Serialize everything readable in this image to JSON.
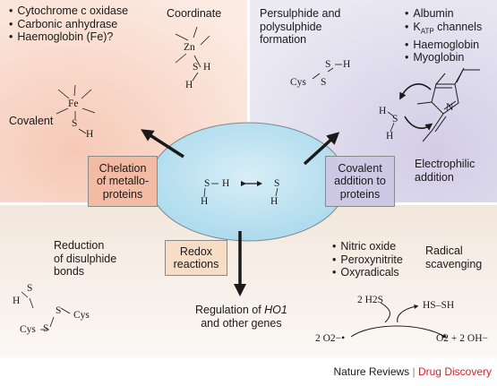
{
  "quadrants": {
    "top_left": {
      "bullets": [
        "Cytochrome c oxidase",
        "Carbonic anhydrase",
        "Haemoglobin (Fe)?"
      ],
      "coordinate_label": "Coordinate",
      "covalent_label": "Covalent",
      "zn_label": "Zn",
      "fe_label": "Fe",
      "s_label": "S",
      "h_label": "H"
    },
    "top_right": {
      "persulphide_label": "Persulphide and\npolysulphide\nformation",
      "bullets_plain": [
        "Albumin",
        "Haemoglobin",
        "Myoglobin"
      ],
      "katp": {
        "prefix": "K",
        "sub": "ATP",
        "suffix": " channels"
      },
      "electrophilic_label": "Electrophilic\naddition",
      "cys_label": "Cys",
      "n_label": "N"
    },
    "bottom_left": {
      "reduction_label": "Reduction\nof disulphide\nbonds",
      "cys_label": "Cys"
    },
    "bottom_right": {
      "bullets": [
        "Nitric oxide",
        "Peroxynitrite",
        "Oxyradicals"
      ],
      "radical_label": "Radical\nscavenging",
      "h2s_label": "2 H2S",
      "hs_sh_label": "HS–SH",
      "o2_label": "2 O2−•",
      "products_label": "O2 + 2 OH−"
    }
  },
  "center": {
    "boxes": {
      "chelation": "Chelation\nof metallo-\nproteins",
      "covalent_addition": "Covalent\naddition to\nproteins",
      "redox": "Redox\nreactions"
    },
    "regulation_prefix": "Regulation of ",
    "regulation_gene": "HO1",
    "regulation_suffix": "and other genes"
  },
  "credit": {
    "journal": "Nature Reviews",
    "separator": " | ",
    "section": "Drug Discovery"
  },
  "colors": {
    "top_left_bg": "#fbe6dc",
    "top_right_bg": "#e3e0ef",
    "bottom_bg": "#f7f1ec",
    "oval": "#bfe3f1",
    "chelation_box": "#f3bba3",
    "covalent_box": "#cdc8e3",
    "redox_box": "#f7dcc6",
    "section_red": "#d2232a"
  }
}
